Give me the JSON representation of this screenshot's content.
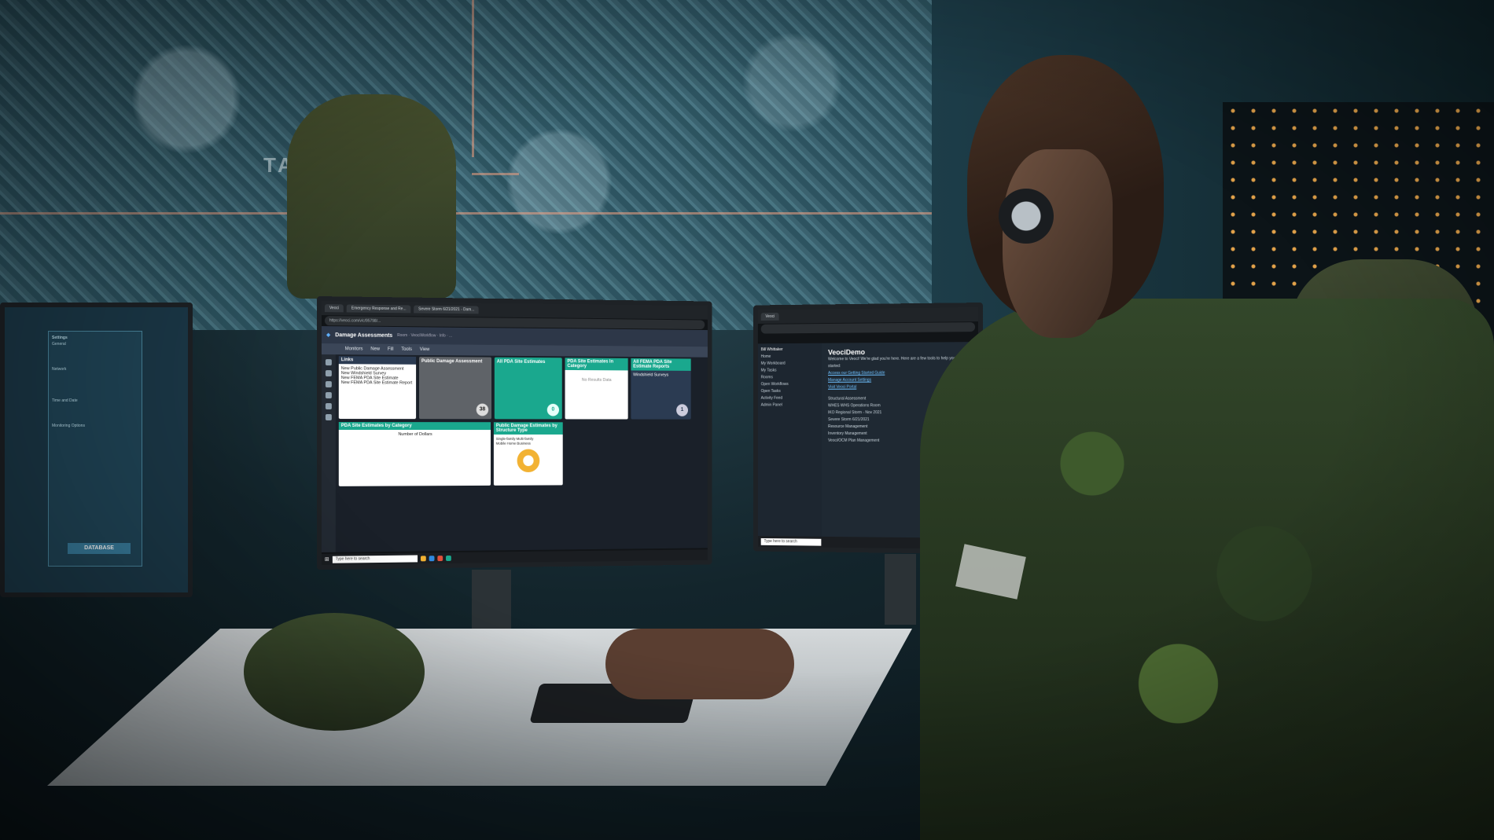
{
  "scene": {
    "wall_label": "TARGET LO",
    "left_monitor": {
      "panel_title": "Settings",
      "sections": [
        "General",
        "Network",
        "Time and Date",
        "Monitoring Options"
      ],
      "button": "DATABASE"
    }
  },
  "main_monitor": {
    "tabs": [
      "Veoci",
      "Emergency Response and Re...",
      "Severe Storm 6/21/2021 - Dam..."
    ],
    "url": "https://veoci.com/v/c/95798/...",
    "app_title": "Damage Assessments",
    "breadcrumb": "Room · VeociWorkflow · Info · ...",
    "toolbar": [
      "Monitors",
      "New",
      "Fill",
      "Tools",
      "View"
    ],
    "cards": [
      {
        "title": "Links",
        "items": [
          "New Public Damage Assessment",
          "New Windshield Survey",
          "New FEMA PDA Site Estimate",
          "New FEMA PDA Site Estimate Report"
        ]
      },
      {
        "title": "Public Damage Assessment",
        "count": "38"
      },
      {
        "title": "All PDA Site Estimates",
        "count": "0"
      },
      {
        "title": "PDA Site Estimates In Category",
        "note": "No Results Data"
      },
      {
        "title": "All FEMA PDA Site Estimate Reports",
        "subtitle": "Windshield Surveys",
        "count": "1"
      },
      {
        "title": "PDA Site Estimates by Category",
        "legend": "Number of Dollars"
      },
      {
        "title": "Public Damage Estimates by Structure Type",
        "legend": [
          "Single-family",
          "Multi-family",
          "Mobile Home",
          "Business"
        ]
      }
    ],
    "taskbar_search": "Type here to search"
  },
  "right_monitor": {
    "user": "Bill Whittaker",
    "title": "VeociDemo",
    "welcome": "Welcome to Veoci! We're glad you're here. Here are a few tools to help you get started:",
    "links": [
      "Access our Getting Started Guide",
      "Manage Account Settings",
      "Visit Veoci Portal"
    ],
    "sidebar": [
      "Home",
      "My Workboard",
      "My Tasks",
      "Rooms",
      "Open Workflows",
      "Open Tasks",
      "Activity Feed",
      "Admin Panel"
    ],
    "list": [
      "Structural Assessment",
      "WHES WHS Operations Room",
      "IKO Regional Storm - Nov 2021",
      "Severe Storm 6/21/2021",
      "Resource Management",
      "Inventory Management",
      "Veoci/OCM Plan Management"
    ],
    "taskbar_search": "Type here to search"
  },
  "colors": {
    "teal": "#1aa88e",
    "grey_card": "#5f6368",
    "navy_card": "#2b3b52",
    "accent_yellow": "#f2b233"
  }
}
